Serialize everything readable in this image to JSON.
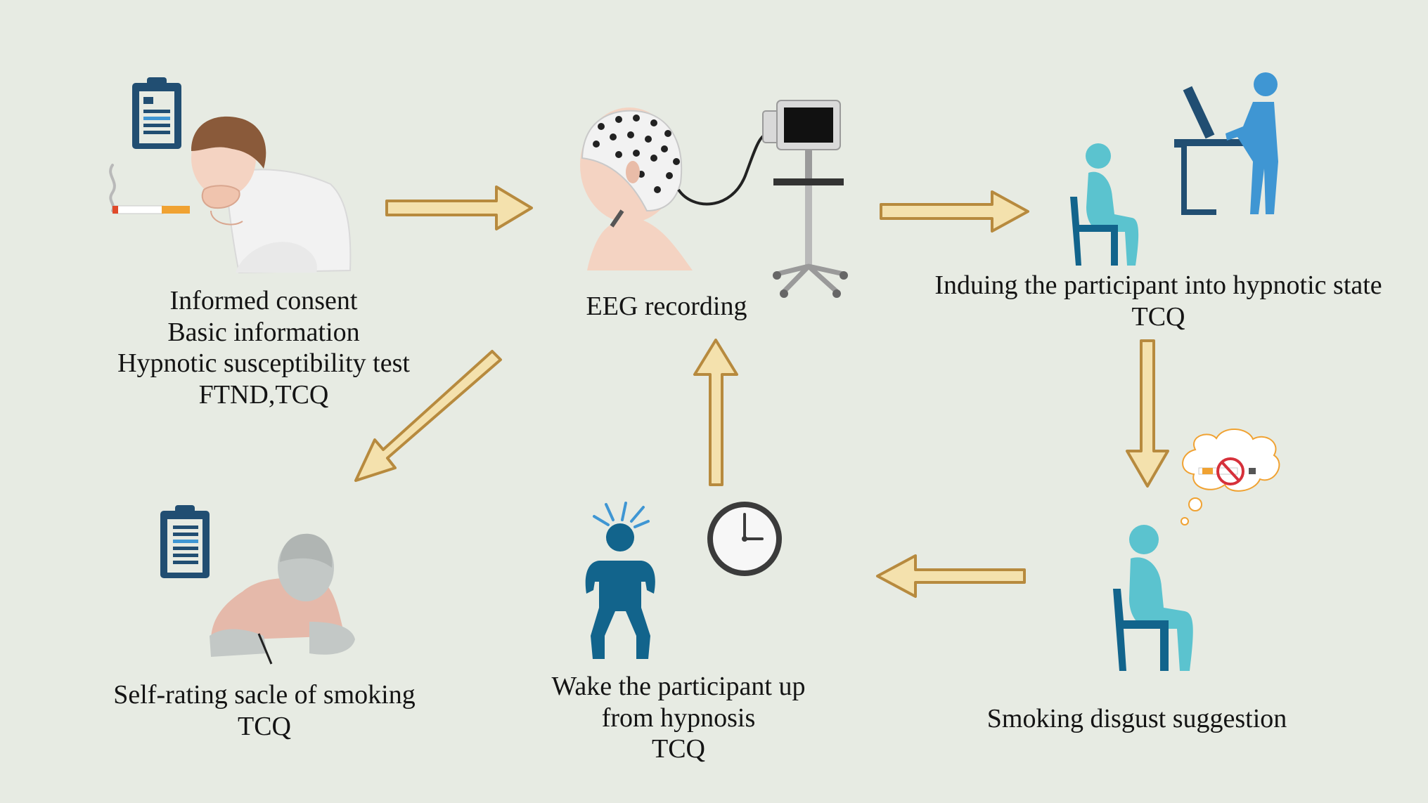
{
  "steps": {
    "consent": {
      "lines": [
        "Informed consent",
        "Basic information",
        "Hypnotic susceptibility test",
        "FTND,TCQ"
      ]
    },
    "eeg": {
      "lines": [
        "EEG recording"
      ]
    },
    "induce": {
      "lines": [
        "Induing the participant into hypnotic state",
        "TCQ"
      ]
    },
    "disgust": {
      "lines": [
        "Smoking disgust suggestion"
      ]
    },
    "wake": {
      "lines": [
        "Wake the participant up",
        "from hypnosis",
        "TCQ"
      ]
    },
    "selfrating": {
      "lines": [
        "Self-rating sacle of smoking",
        "TCQ"
      ]
    }
  },
  "colors": {
    "background": "#e7ebe3",
    "arrow_fill": "#f4e1ad",
    "arrow_stroke": "#b78a3e",
    "figure_teal": "#5bc3cf",
    "figure_dark_blue": "#12648c",
    "figure_blue": "#3f96d3",
    "clipboard": "#214e72"
  },
  "icons": [
    "clipboard-icon",
    "cigarette-icon",
    "coughing-smoker-icon",
    "eeg-cap-head-icon",
    "eeg-monitor-cart-icon",
    "seated-person-icon",
    "standing-person-at-desk-icon",
    "no-smoking-thought-bubble-icon",
    "clock-icon",
    "awakening-person-icon",
    "writing-person-icon"
  ]
}
